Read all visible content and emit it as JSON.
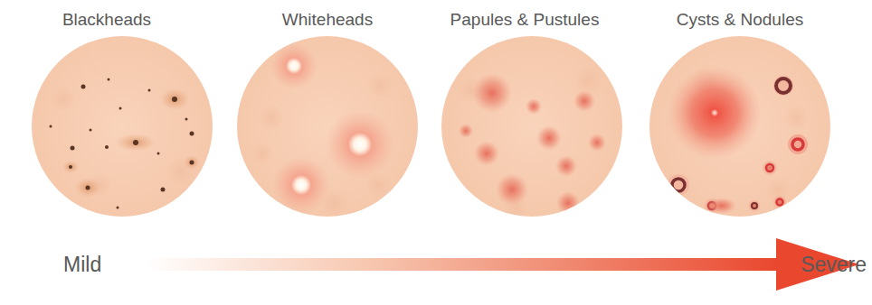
{
  "diagram": {
    "nodes": [
      {
        "text": [
          "Blackheads"
        ]
      },
      {
        "text": [
          "Whiteheads"
        ]
      },
      {
        "text": [
          "Papules & Pustules"
        ]
      },
      {
        "text": [
          "Cysts & Nodules"
        ]
      }
    ],
    "labels": [
      "Mild",
      "Severe"
    ]
  }
}
